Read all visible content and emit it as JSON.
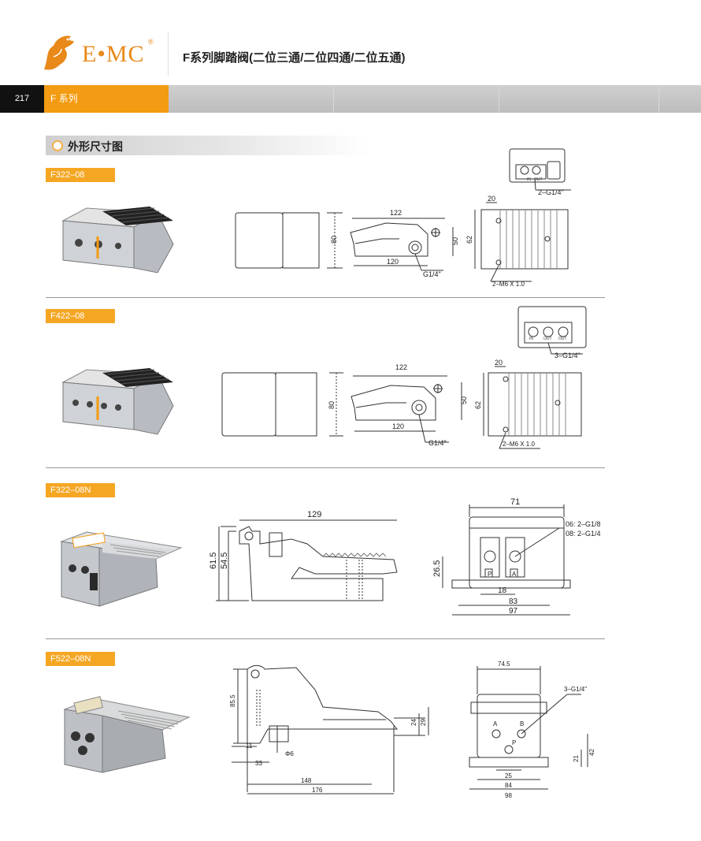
{
  "header": {
    "brand": "E•MC",
    "reg": "®",
    "title": "F系列脚踏阀(二位三通/二位四通/二位五通)"
  },
  "band": {
    "page_number": "217",
    "series": "F 系列"
  },
  "section": {
    "title": "外形尺寸图"
  },
  "products": [
    {
      "model": "F322–08",
      "dims": {
        "top_port": "2–G1/4\"",
        "len_total": "122",
        "len_base": "120",
        "h_front": "80",
        "h_side": "50",
        "h_body": "62",
        "w_side": "20",
        "port": "G1/4\"",
        "mount": "2–M6 X 1.0",
        "in": "IN",
        "out": "OUT"
      }
    },
    {
      "model": "F422–08",
      "dims": {
        "top_port": "3–G1/4\"",
        "len_total": "122",
        "len_base": "120",
        "h_front": "80",
        "h_side": "50",
        "h_body": "62",
        "w_side": "20",
        "port": "G1/4\"",
        "mount": "2–M6 X 1.0",
        "in": "IN",
        "out": "OUT",
        "out2": "OUT"
      }
    },
    {
      "model": "F322–08N",
      "dims": {
        "len_total": "129",
        "h_total": "61.5",
        "h_sub": "54.5",
        "h_ports": "26.5",
        "w_top": "71",
        "w_pitch": "18",
        "w_mid": "83",
        "w_total": "97",
        "port_note1": "06: 2–G1/8",
        "port_note2": "08: 2–G1/4",
        "label_p": "P",
        "label_a": "A"
      }
    },
    {
      "model": "F522–08N",
      "dims": {
        "h_total": "85.5",
        "h_a": "24",
        "h_b": "29",
        "off_a": "11",
        "hole": "Φ6",
        "off_b": "33",
        "len_base": "148",
        "len_total": "176",
        "w_top": "74.5",
        "port": "3–G1/4\"",
        "label_a": "A",
        "label_b": "B",
        "label_p": "P",
        "h_r1": "42",
        "h_r2": "21",
        "w_pitch": "25",
        "w_mid": "84",
        "w_total": "98"
      }
    }
  ],
  "colors": {
    "orange": "#f39b12",
    "tag": "#f5a623",
    "black": "#111111"
  }
}
